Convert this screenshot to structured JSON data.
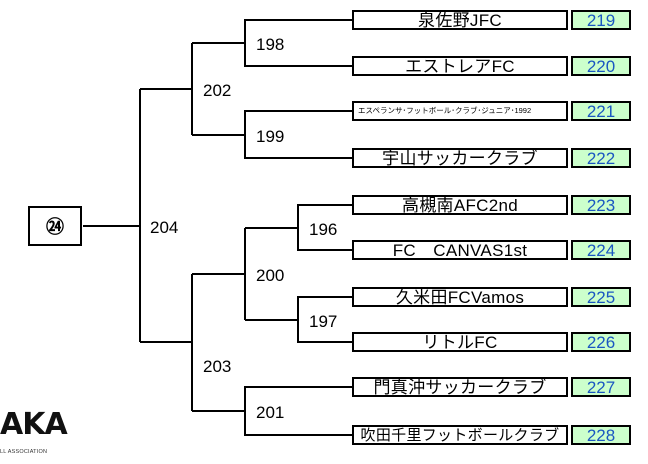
{
  "seed": "㉔",
  "teams": [
    {
      "name": "泉佐野JFC",
      "number": "219"
    },
    {
      "name": "エストレアFC",
      "number": "220"
    },
    {
      "name": "エスペランサ･フットボール･クラブ･ジュニア･1992",
      "number": "221"
    },
    {
      "name": "宇山サッカークラブ",
      "number": "222"
    },
    {
      "name": "高槻南AFC2nd",
      "number": "223"
    },
    {
      "name": "FC　CANVAS1st",
      "number": "224"
    },
    {
      "name": "久米田FCVamos",
      "number": "225"
    },
    {
      "name": "リトルFC",
      "number": "226"
    },
    {
      "name": "門真沖サッカークラブ",
      "number": "227"
    },
    {
      "name": "吹田千里フットボールクラブ",
      "number": "228"
    }
  ],
  "matches": {
    "m196": "196",
    "m197": "197",
    "m198": "198",
    "m199": "199",
    "m200": "200",
    "m201": "201",
    "m202": "202",
    "m203": "203",
    "m204": "204"
  },
  "logo": {
    "text": "AKA",
    "subtext": "LL ASSOCIATION"
  }
}
